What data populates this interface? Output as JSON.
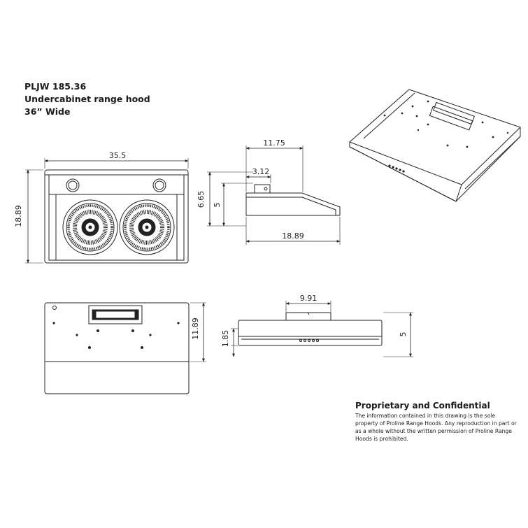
{
  "title": {
    "model": "PLJW 185.36",
    "description": "Undercabinet range hood",
    "width": "36” Wide"
  },
  "dimensions": {
    "front_width": "35.5",
    "front_height": "18.89",
    "side_top": "11.75",
    "side_duct": "3.12",
    "side_total_height": "6.65",
    "side_body_height": "5",
    "side_depth": "18.89",
    "top_depth": "11.89",
    "rear_duct_width": "9.91",
    "rear_front_height": "1.85",
    "rear_height": "5"
  },
  "notice": {
    "heading": "Proprietary and Confidential",
    "body": "The information contained in this drawing is the sole property of Proline Range Hoods. Any reproduction in part or as a whole without the written permission of Proline Range Hoods is prohibited."
  },
  "colors": {
    "line": "#222222",
    "fill": "#ffffff"
  }
}
